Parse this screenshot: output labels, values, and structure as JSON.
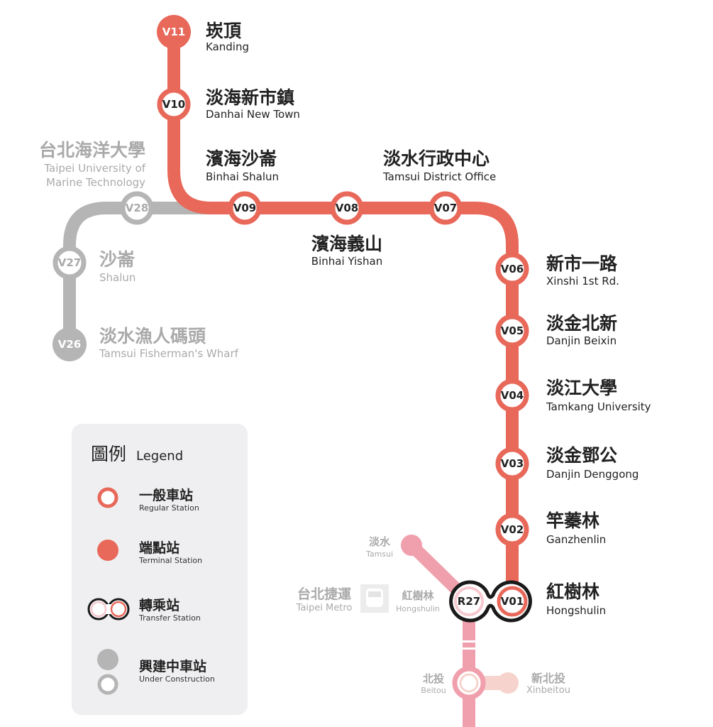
{
  "colors": {
    "line": "#e8685a",
    "construction": "#b5b5b5",
    "red_line": "#f0a0ad",
    "red_line_light": "#f6d3cc",
    "text": "#222222",
    "grey_text": "#aaaaaa",
    "legend_bg": "#efeff1",
    "transfer_ring": "#1a1a1a"
  },
  "main_line": [
    {
      "code": "V11",
      "zh": "崁頂",
      "en": "Kanding",
      "type": "terminal"
    },
    {
      "code": "V10",
      "zh": "淡海新市鎮",
      "en": "Danhai New Town",
      "type": "regular"
    },
    {
      "code": "V09",
      "zh": "濱海沙崙",
      "en": "Binhai Shalun",
      "type": "regular"
    },
    {
      "code": "V08",
      "zh": "濱海義山",
      "en": "Binhai Yishan",
      "type": "regular"
    },
    {
      "code": "V07",
      "zh": "淡水行政中心",
      "en": "Tamsui District Office",
      "type": "regular"
    },
    {
      "code": "V06",
      "zh": "新市一路",
      "en": "Xinshi 1st Rd.",
      "type": "regular"
    },
    {
      "code": "V05",
      "zh": "淡金北新",
      "en": "Danjin Beixin",
      "type": "regular"
    },
    {
      "code": "V04",
      "zh": "淡江大學",
      "en": "Tamkang University",
      "type": "regular"
    },
    {
      "code": "V03",
      "zh": "淡金鄧公",
      "en": "Danjin Denggong",
      "type": "regular"
    },
    {
      "code": "V02",
      "zh": "竿蓁林",
      "en": "Ganzhenlin",
      "type": "regular"
    },
    {
      "code": "V01",
      "zh": "紅樹林",
      "en": "Hongshulin",
      "type": "transfer"
    }
  ],
  "construction_line": [
    {
      "code": "V28",
      "zh": "台北海洋大學",
      "en": "Taipei University of",
      "en2": "Marine Technology",
      "type": "regular"
    },
    {
      "code": "V27",
      "zh": "沙崙",
      "en": "Shalun",
      "type": "regular"
    },
    {
      "code": "V26",
      "zh": "淡水漁人碼頭",
      "en": "Tamsui Fisherman's Wharf",
      "type": "terminal"
    }
  ],
  "metro": {
    "operator_zh": "台北捷運",
    "operator_en": "Taipei Metro",
    "transfer": {
      "code": "R27",
      "zh": "紅樹林",
      "en": "Hongshulin"
    },
    "tamsui": {
      "zh": "淡水",
      "en": "Tamsui"
    },
    "beitou": {
      "zh": "北投",
      "en": "Beitou"
    },
    "xinbeitou": {
      "zh": "新北投",
      "en": "Xinbeitou"
    }
  },
  "legend": {
    "title_zh": "圖例",
    "title_en": "Legend",
    "items": [
      {
        "zh": "一般車站",
        "en": "Regular Station"
      },
      {
        "zh": "端點站",
        "en": "Terminal Station"
      },
      {
        "zh": "轉乘站",
        "en": "Transfer Station"
      },
      {
        "zh": "興建中車站",
        "en": "Under Construction"
      }
    ]
  }
}
